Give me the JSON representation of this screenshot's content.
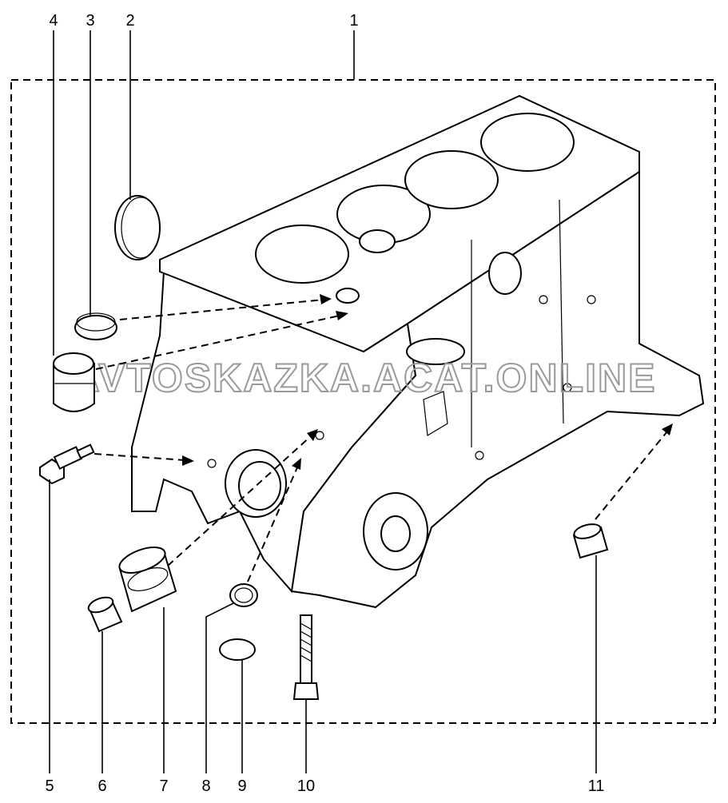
{
  "diagram": {
    "title": "Cylinder block assembly",
    "callouts": [
      "1",
      "2",
      "3",
      "4",
      "5",
      "6",
      "7",
      "8",
      "9",
      "10",
      "11"
    ],
    "watermark": "AVTOSKAZKA.ACAT.ONLINE"
  }
}
